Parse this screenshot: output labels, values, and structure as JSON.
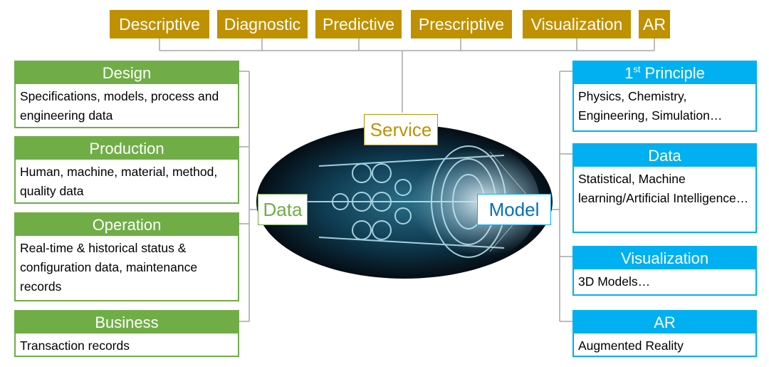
{
  "services": [
    "Descriptive",
    "Diagnostic",
    "Predictive",
    "Prescriptive",
    "Visualization",
    "AR"
  ],
  "center": {
    "service": "Service",
    "data": "Data",
    "model": "Model"
  },
  "data_sources": [
    {
      "title": "Design",
      "text": "Specifications, models, process and engineering data"
    },
    {
      "title": "Production",
      "text": "Human, machine, material, method, quality data"
    },
    {
      "title": "Operation",
      "text": "Real-time & historical status & configuration data, maintenance records"
    },
    {
      "title": "Business",
      "text": "Transaction records"
    }
  ],
  "models": [
    {
      "title_base": "1",
      "title_sup": "st",
      "title_rest": " Principle",
      "text": "Physics, Chemistry, Engineering, Simulation…"
    },
    {
      "title": "Data",
      "text": "Statistical, Machine learning/Artificial Intelligence…"
    },
    {
      "title": "Visualization",
      "text": "3D Models…"
    },
    {
      "title": "AR",
      "text": "Augmented Reality"
    }
  ],
  "colors": {
    "service": "#bf9000",
    "data": "#70ad47",
    "model": "#00b0f0"
  },
  "center_image": "jet-engine-image"
}
